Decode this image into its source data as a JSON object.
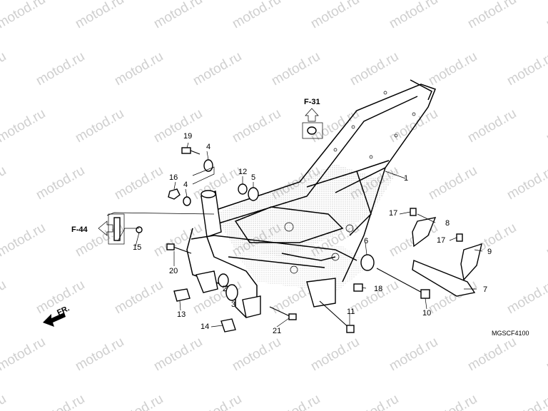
{
  "watermark": "motod.ru",
  "diagram_code": "MGSCF4100",
  "references": {
    "top": "F-31",
    "left": "F-44"
  },
  "front_label": "FR.",
  "callouts": {
    "c1": "1",
    "c2": "2",
    "c3": "3",
    "c4a": "4",
    "c4b": "4",
    "c5": "5",
    "c6": "6",
    "c7": "7",
    "c8": "8",
    "c9": "9",
    "c10": "10",
    "c11": "11",
    "c12": "12",
    "c13": "13",
    "c14": "14",
    "c15": "15",
    "c16": "16",
    "c17a": "17",
    "c17b": "17",
    "c18": "18",
    "c19": "19",
    "c20": "20",
    "c21": "21"
  }
}
